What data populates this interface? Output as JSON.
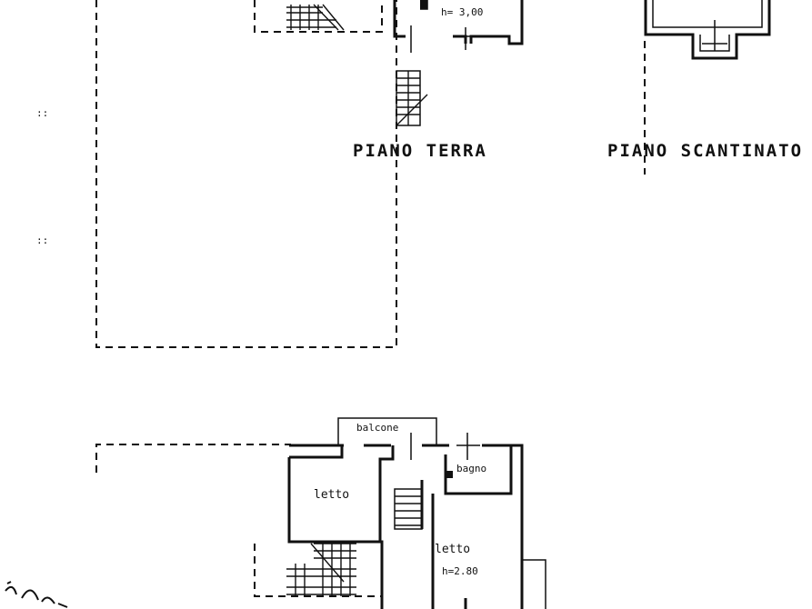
{
  "drawing": {
    "labels": {
      "piano_terra": "PIANO TERRA",
      "piano_scantinato": "PIANO SCANTINATO",
      "h_ground": "h= 3,00",
      "balcone": "balcone",
      "bagno": "bagno",
      "letto_1": "letto",
      "letto_2": "letto",
      "h_upper": "h=2.80"
    }
  }
}
